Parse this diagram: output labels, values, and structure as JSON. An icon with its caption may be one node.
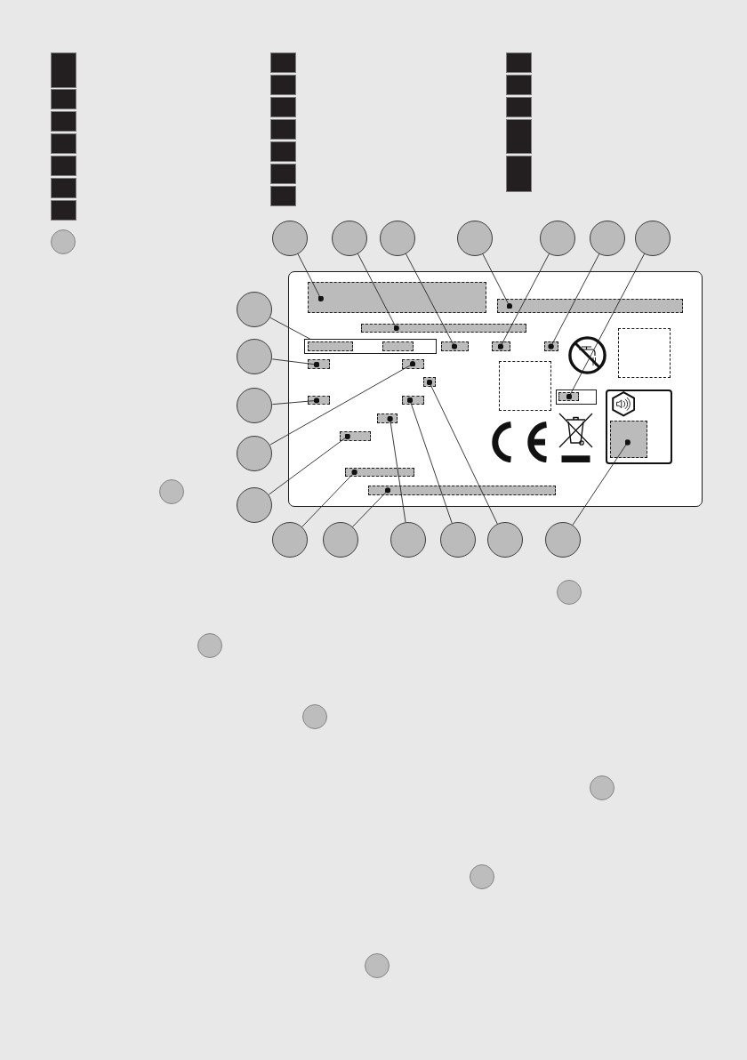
{
  "diagram": {
    "nodes": [
      {
        "text": [],
        "shape": "box"
      },
      {
        "text": [],
        "shape": "box"
      },
      {
        "text": [],
        "shape": "box"
      },
      {
        "text": [],
        "shape": "box"
      },
      {
        "text": [],
        "shape": "box"
      },
      {
        "text": [],
        "shape": "box"
      },
      {
        "text": [],
        "shape": "box"
      },
      {
        "text": [],
        "shape": "box"
      },
      {
        "text": [],
        "shape": "box"
      },
      {
        "text": [],
        "shape": "box"
      },
      {
        "text": [],
        "shape": "box"
      },
      {
        "text": [],
        "shape": "box"
      },
      {
        "text": [],
        "shape": "box"
      },
      {
        "text": [],
        "shape": "box"
      },
      {
        "text": [],
        "shape": "box"
      },
      {
        "text": [],
        "shape": "box"
      },
      {
        "text": [],
        "shape": "box"
      },
      {
        "text": [],
        "shape": "box"
      },
      {
        "text": [],
        "shape": "box"
      },
      {
        "text": [],
        "shape": "circle"
      },
      {
        "text": [],
        "shape": "circle"
      },
      {
        "text": [],
        "shape": "circle"
      },
      {
        "text": [],
        "shape": "circle"
      },
      {
        "text": [],
        "shape": "circle"
      },
      {
        "text": [],
        "shape": "circle"
      },
      {
        "text": [],
        "shape": "circle"
      },
      {
        "text": [],
        "shape": "circle"
      },
      {
        "text": [],
        "shape": "box"
      },
      {
        "text": [],
        "shape": "box",
        "in": 27
      },
      {
        "text": [],
        "shape": "box",
        "in": 27
      },
      {
        "text": [],
        "shape": "box",
        "in": 27
      },
      {
        "text": [],
        "shape": "box",
        "in": 27
      },
      {
        "text": [],
        "shape": "box",
        "in": 31
      },
      {
        "text": [],
        "shape": "box",
        "in": 31
      },
      {
        "text": [],
        "shape": "box",
        "in": 27
      },
      {
        "text": [],
        "shape": "box",
        "in": 27
      },
      {
        "text": [],
        "shape": "box",
        "in": 27
      },
      {
        "text": [],
        "shape": "box",
        "in": 27
      },
      {
        "text": [],
        "shape": "box",
        "in": 27
      },
      {
        "text": [],
        "shape": "box",
        "in": 27
      },
      {
        "text": [],
        "shape": "box",
        "in": 27
      },
      {
        "text": [],
        "shape": "box",
        "in": 27
      },
      {
        "text": [],
        "shape": "box",
        "in": 27
      },
      {
        "text": [],
        "shape": "box",
        "in": 42
      },
      {
        "text": [],
        "shape": "box",
        "in": 27
      },
      {
        "text": [],
        "shape": "box",
        "in": 44
      },
      {
        "text": [],
        "shape": "box",
        "in": 27
      },
      {
        "text": [],
        "shape": "box",
        "in": 27
      },
      {
        "text": [],
        "shape": "box",
        "in": 27
      },
      {
        "text": [],
        "shape": "box",
        "in": 27
      },
      {
        "text": [],
        "shape": "box",
        "in": 27
      },
      {
        "text": [],
        "shape": "box",
        "in": 27
      },
      {
        "text": [],
        "shape": "circle"
      },
      {
        "text": [],
        "shape": "circle"
      },
      {
        "text": [],
        "shape": "circle"
      },
      {
        "text": [],
        "shape": "circle"
      },
      {
        "text": [],
        "shape": "circle"
      },
      {
        "text": [],
        "shape": "circle"
      },
      {
        "text": [],
        "shape": "circle"
      },
      {
        "text": [],
        "shape": "circle"
      },
      {
        "text": [],
        "shape": "circle"
      },
      {
        "text": [],
        "shape": "circle"
      },
      {
        "text": [],
        "shape": "circle"
      },
      {
        "text": [],
        "shape": "circle"
      },
      {
        "text": [],
        "shape": "circle"
      },
      {
        "text": [],
        "shape": "circle"
      },
      {
        "text": [],
        "shape": "circle"
      },
      {
        "text": [],
        "shape": "circle"
      },
      {
        "text": [],
        "shape": "circle"
      },
      {
        "text": [],
        "shape": "circle"
      }
    ],
    "edges": [
      {
        "from": 20,
        "to": 28,
        "arrow": "other"
      },
      {
        "from": 21,
        "to": 30,
        "arrow": "other"
      },
      {
        "from": 22,
        "to": 34,
        "arrow": "other"
      },
      {
        "from": 23,
        "to": 29,
        "arrow": "other"
      },
      {
        "from": 24,
        "to": 35,
        "arrow": "other"
      },
      {
        "from": 25,
        "to": 36,
        "arrow": "other"
      },
      {
        "from": 26,
        "to": 43,
        "arrow": "other"
      },
      {
        "from": 52,
        "to": 31,
        "arrow": "none"
      },
      {
        "from": 53,
        "to": 38,
        "arrow": "other"
      },
      {
        "from": 54,
        "to": 46,
        "arrow": "other"
      },
      {
        "from": 55,
        "to": 39,
        "arrow": "other"
      },
      {
        "from": 56,
        "to": 49,
        "arrow": "other"
      },
      {
        "from": 57,
        "to": 50,
        "arrow": "other"
      },
      {
        "from": 58,
        "to": 51,
        "arrow": "other"
      },
      {
        "from": 59,
        "to": 48,
        "arrow": "other"
      },
      {
        "from": 60,
        "to": 47,
        "arrow": "other"
      },
      {
        "from": 61,
        "to": 41,
        "arrow": "other"
      },
      {
        "from": 62,
        "to": 45,
        "arrow": "other"
      }
    ]
  }
}
